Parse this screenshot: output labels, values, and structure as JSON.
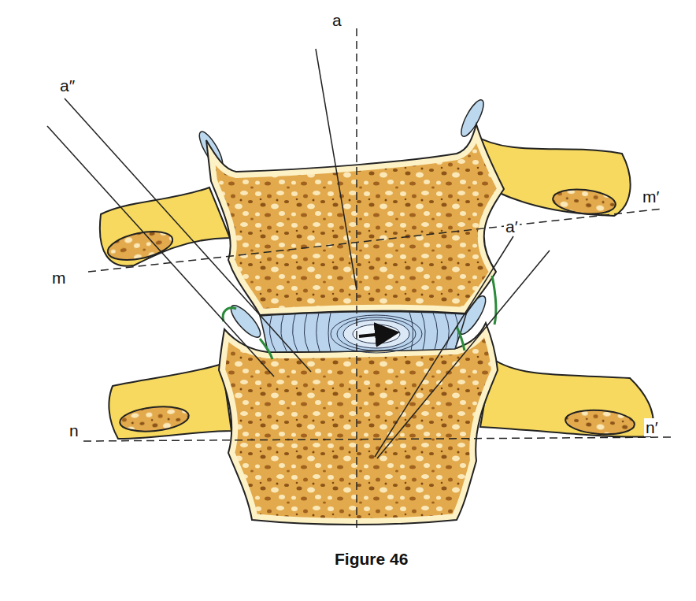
{
  "diagram": {
    "caption": "Figure 46",
    "labels": [
      "a",
      "a″",
      "m′",
      "m",
      "a′",
      "n",
      "n′"
    ]
  }
}
